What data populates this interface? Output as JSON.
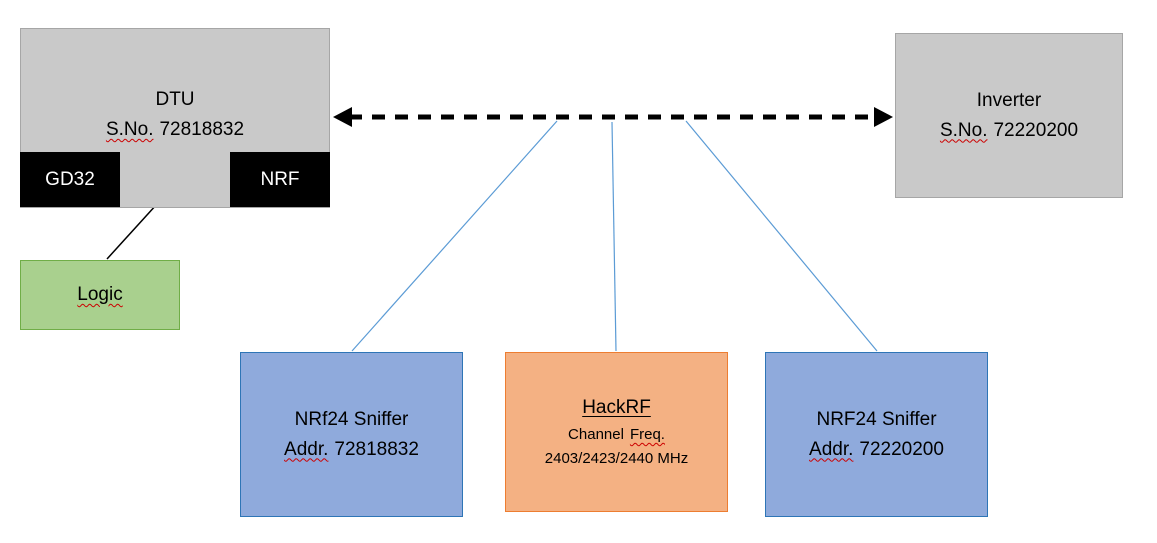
{
  "colors": {
    "gray_box_fill": "#c9c9c9",
    "gray_box_border": "#a6a6a6",
    "black_chip_fill": "#000000",
    "black_chip_text": "#ffffff",
    "green_box_fill": "#a9d08e",
    "green_box_border": "#70ad47",
    "blue_box_fill": "#8faadc",
    "blue_box_border": "#2e75b6",
    "orange_box_fill": "#f4b183",
    "orange_box_border": "#ed7d31",
    "connector_blue": "#5b9bd5",
    "arrow_black": "#000000",
    "spellcheck_red": "#cc0000"
  },
  "dtu": {
    "title": "DTU",
    "serial_label": "S.No.",
    "serial_number": "72818832",
    "gd32_label": "GD32",
    "nrf_label": "NRF"
  },
  "logic": {
    "label": "Logic"
  },
  "inverter": {
    "title": "Inverter",
    "serial_label": "S.No.",
    "serial_number": "72220200"
  },
  "sniffer_left": {
    "title": "NRf24 Sniffer",
    "addr_label": "Addr.",
    "addr_number": "72818832"
  },
  "hackrf": {
    "title": "HackRF",
    "subtitle_prefix": "Channel",
    "subtitle_word": "Freq.",
    "frequencies": "2403/2423/2440 MHz"
  },
  "sniffer_right": {
    "title": "NRF24 Sniffer",
    "addr_label": "Addr.",
    "addr_number": "72220200"
  }
}
